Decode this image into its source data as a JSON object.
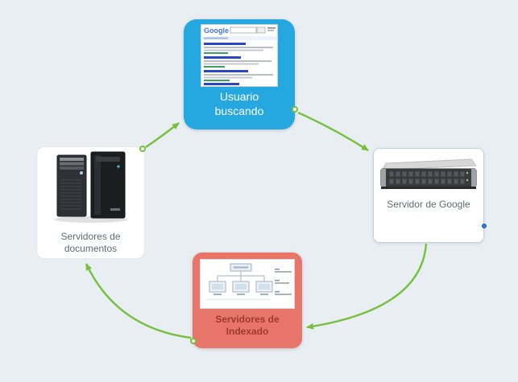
{
  "app": {
    "background_color": "#e9eef3"
  },
  "mindmap": {
    "arrow_color": "#77bf3f",
    "nodes": [
      {
        "id": "usuario-buscando",
        "label": "Usuario buscando",
        "fill": "#25a8e0",
        "text_color": "#ffffff",
        "image": "google-search-screenshot"
      },
      {
        "id": "servidor-de-google",
        "label": "Servidor de Google",
        "fill": "#ffffff",
        "text_color": "#5f6b76",
        "image": "server-rack"
      },
      {
        "id": "servidores-de-indexado",
        "label": "Servidores de Indexado",
        "fill": "#e8756a",
        "text_color": "#a03a2c",
        "image": "indexing-diagram"
      },
      {
        "id": "servidores-de-documentos",
        "label": "Servidores de documentos",
        "fill": "#ffffff",
        "text_color": "#5f6b76",
        "image": "tower-servers"
      }
    ],
    "connections": [
      {
        "from": "servidores-de-documentos",
        "to": "usuario-buscando"
      },
      {
        "from": "usuario-buscando",
        "to": "servidor-de-google"
      },
      {
        "from": "servidor-de-google",
        "to": "servidores-de-indexado"
      },
      {
        "from": "servidores-de-indexado",
        "to": "servidores-de-documentos"
      }
    ]
  },
  "images": {
    "google_screenshot": {
      "logo_text": "Google"
    }
  }
}
